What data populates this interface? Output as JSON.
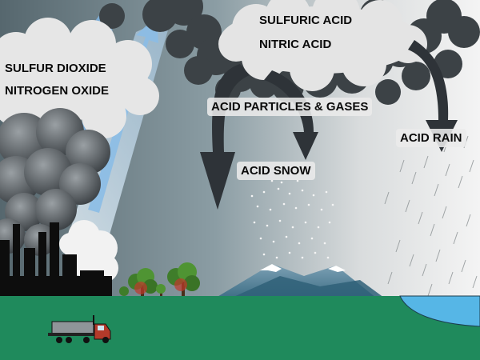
{
  "labels": {
    "sulfur_dioxide": "SULFUR DIOXIDE",
    "nitrogen_oxide": "NITROGEN OXIDE",
    "sulfuric_acid": "SULFURIC ACID",
    "nitric_acid": "NITRIC ACID",
    "acid_particles_gases": "ACID PARTICLES & GASES",
    "acid_snow": "ACID SNOW",
    "acid_rain": "ACID RAIN"
  },
  "colors": {
    "sky_left": "#5d6e75",
    "sky_right": "#f2f2f2",
    "ground": "#1f8a5c",
    "lake": "#56b6e6",
    "arrow_dark": "#2e3338",
    "rising_arrow": "#7fb2e0",
    "cloud_dark": "#3c4246",
    "cloud_light": "#e6e6e6",
    "truck_cab": "#b23a2a"
  },
  "icons": {
    "smokestacks": "factory-icon",
    "truck": "truck-icon",
    "trees": "tree-icon",
    "mountain": "mountain-icon"
  }
}
